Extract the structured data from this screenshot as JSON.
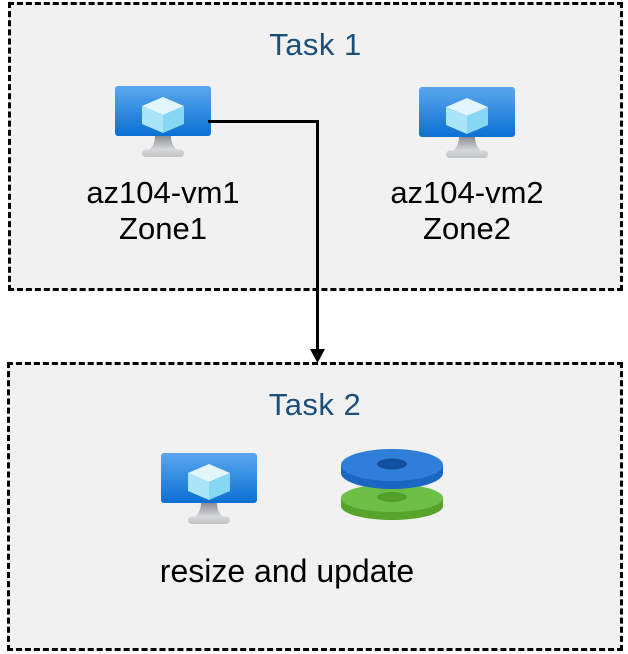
{
  "diagram": {
    "task1": {
      "title": "Task 1",
      "vms": [
        {
          "name": "az104-vm1",
          "zone": "Zone1"
        },
        {
          "name": "az104-vm2",
          "zone": "Zone2"
        }
      ]
    },
    "task2": {
      "title": "Task 2",
      "caption": "resize and update"
    },
    "connector": {
      "from": "az104-vm1",
      "to": "Task 2"
    }
  },
  "colors": {
    "box_background": "#f1f1f2",
    "box_border": "#000000",
    "title_text": "#1b4e79",
    "label_text": "#000000",
    "vm_screen_top": "#5ba7ee",
    "vm_screen_bottom": "#0a70d2",
    "cube_top": "#e3f6fe",
    "cube_left": "#abe5fa",
    "cube_right": "#86d7f3",
    "disk_blue_top": "#2f7fd9",
    "disk_blue_side": "#1b66c2",
    "disk_blue_hole": "#0f519d",
    "disk_green_top": "#6dbf46",
    "disk_green_side": "#57a42c",
    "disk_green_hole": "#549f2b"
  }
}
